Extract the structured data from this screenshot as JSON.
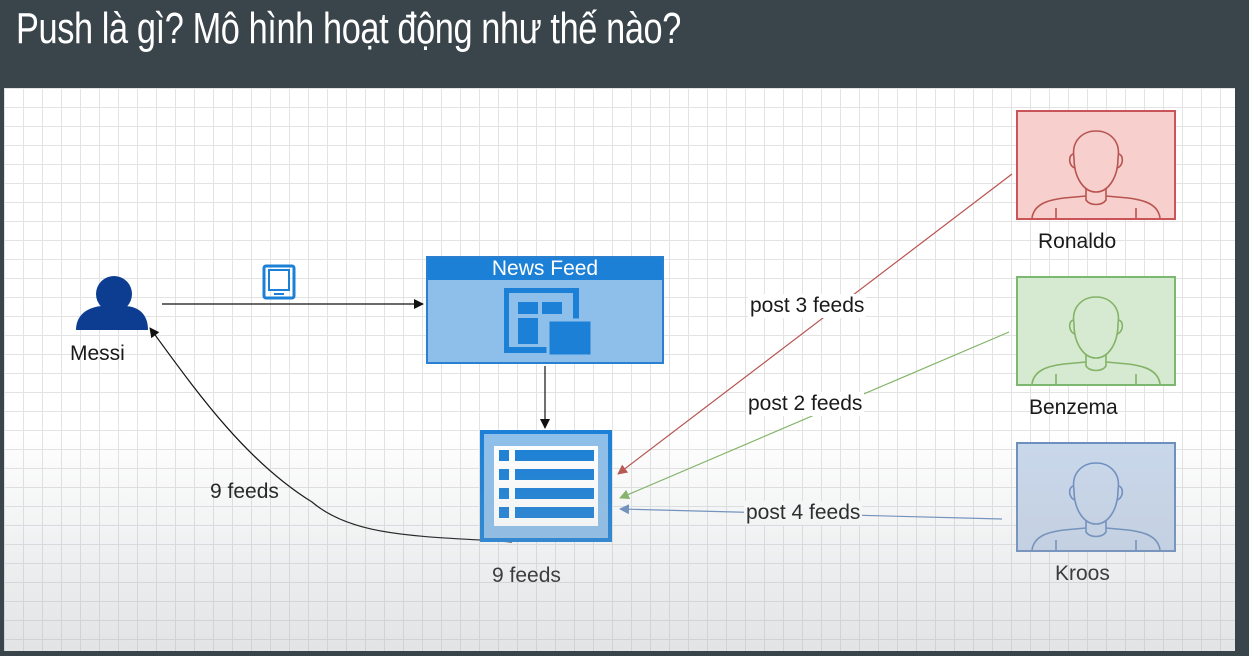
{
  "slide": {
    "title": "Push là gì? Mô hình hoạt động như thế nào?"
  },
  "diagram": {
    "user": {
      "label": "Messi",
      "icon": "user-icon"
    },
    "device": {
      "icon": "mobile-icon"
    },
    "news_feed": {
      "title": "News Feed",
      "icon": "layout-grid-icon"
    },
    "feed_list": {
      "label": "9 feeds",
      "icon": "list-icon"
    },
    "return_label": "9 feeds",
    "players": [
      {
        "name": "Ronaldo",
        "post_label": "post 3 feeds",
        "color": "#b85450"
      },
      {
        "name": "Benzema",
        "post_label": "post 2 feeds",
        "color": "#82b366"
      },
      {
        "name": "Kroos",
        "post_label": "post 4 feeds",
        "color": "#6c8ebf"
      }
    ]
  }
}
